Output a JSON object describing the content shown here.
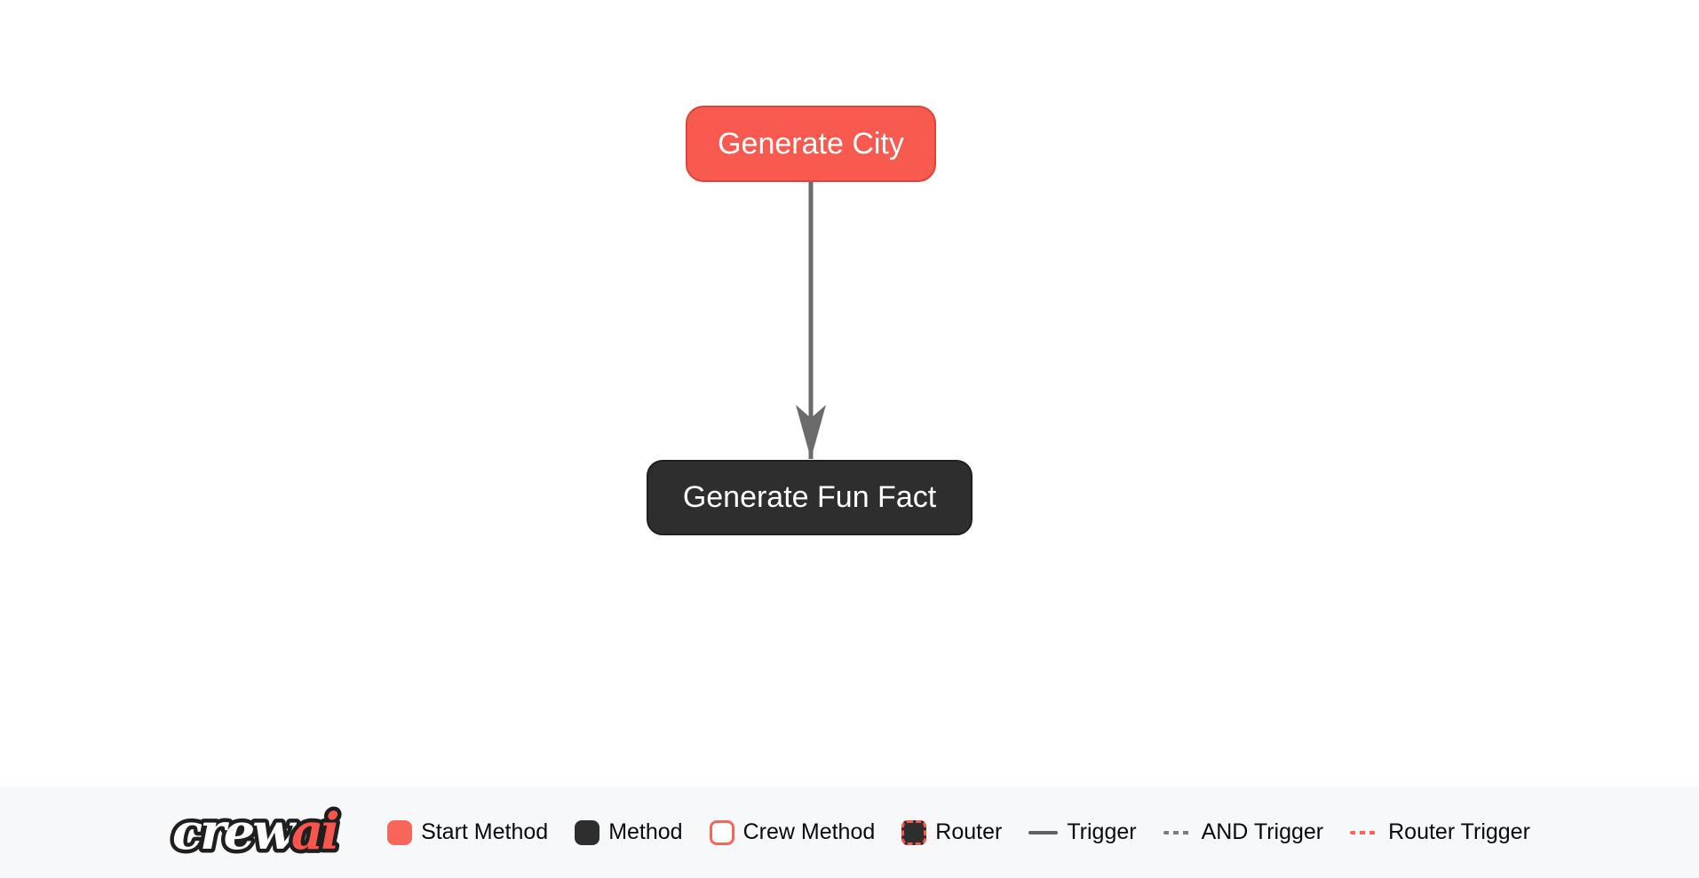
{
  "flow": {
    "nodes": [
      {
        "id": "generate_city",
        "label": "Generate City",
        "type": "start-method"
      },
      {
        "id": "generate_fun_fact",
        "label": "Generate Fun Fact",
        "type": "method"
      }
    ],
    "edges": [
      {
        "from": "generate_city",
        "to": "generate_fun_fact",
        "type": "trigger"
      }
    ]
  },
  "colors": {
    "start_method": "#F85A50",
    "start_method_border": "#DE4337",
    "method": "#2E2E2E",
    "method_border": "#1F1F1F",
    "edge": "#6B6B6B",
    "legend_background": "#F7F8FA",
    "canvas_background": "#FFFFFF",
    "legend_text": "#0A0A0A"
  },
  "legend": {
    "logo": {
      "crew": "crew",
      "ai": "ai"
    },
    "items": [
      {
        "label": "Start Method",
        "swatch": "start-method-square"
      },
      {
        "label": "Method",
        "swatch": "method-square"
      },
      {
        "label": "Crew Method",
        "swatch": "crew-method-square"
      },
      {
        "label": "Router",
        "swatch": "router-square"
      },
      {
        "label": "Trigger",
        "swatch": "trigger-solid-line"
      },
      {
        "label": "AND Trigger",
        "swatch": "and-trigger-dashed-line"
      },
      {
        "label": "Router Trigger",
        "swatch": "router-trigger-dashed-line"
      }
    ]
  }
}
